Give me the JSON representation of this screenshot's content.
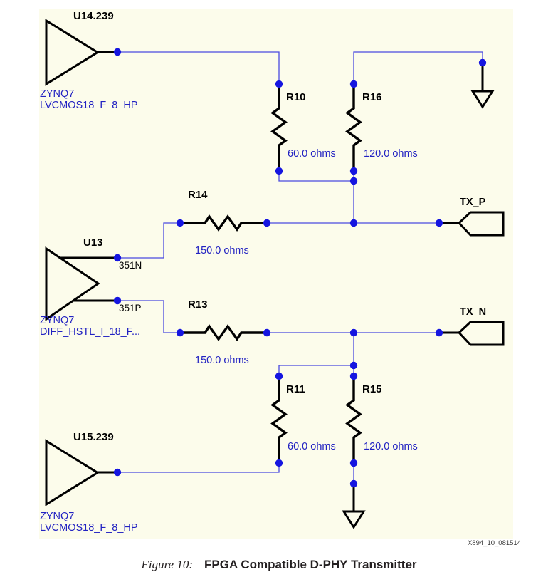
{
  "colors": {
    "canvas_bg": "#FCFCEB",
    "wire_blue": "#4A4AE0",
    "junction_dot_blue": "#1515E0",
    "component_black": "#000000",
    "value_text_blue": "#2222C2"
  },
  "figure": {
    "label": "Figure 10:",
    "title": "FPGA Compatible D-PHY Transmitter",
    "watermark": "X894_10_081514"
  },
  "buffers": {
    "u14": {
      "ref": "U14.239",
      "device": "ZYNQ7",
      "iostandard": "LVCMOS18_F_8_HP"
    },
    "u13": {
      "ref": "U13",
      "device": "ZYNQ7",
      "iostandard": "DIFF_HSTL_I_18_F...",
      "pin_n": "351N",
      "pin_p": "351P"
    },
    "u15": {
      "ref": "U15.239",
      "device": "ZYNQ7",
      "iostandard": "LVCMOS18_F_8_HP"
    }
  },
  "resistors": {
    "r10": {
      "ref": "R10",
      "value": "60.0 ohms"
    },
    "r16": {
      "ref": "R16",
      "value": "120.0 ohms"
    },
    "r14": {
      "ref": "R14",
      "value": "150.0 ohms"
    },
    "r13": {
      "ref": "R13",
      "value": "150.0 ohms"
    },
    "r11": {
      "ref": "R11",
      "value": "60.0 ohms"
    },
    "r15": {
      "ref": "R15",
      "value": "120.0 ohms"
    }
  },
  "ports": {
    "txp": {
      "label": "TX_P"
    },
    "txn": {
      "label": "TX_N"
    }
  }
}
